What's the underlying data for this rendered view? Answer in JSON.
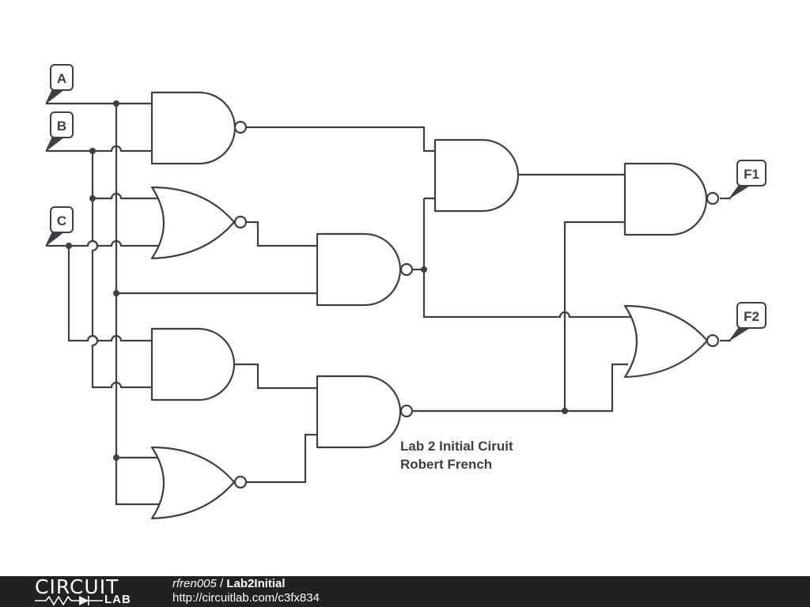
{
  "inputs": {
    "a": "A",
    "b": "B",
    "c": "C"
  },
  "outputs": {
    "f1": "F1",
    "f2": "F2"
  },
  "annotation": {
    "line1": "Lab 2 Initial Ciruit",
    "line2": "Robert French"
  },
  "footer": {
    "logo_top": "CIRCUIT",
    "logo_bottom": "LAB",
    "user": "rfren005",
    "separator": " / ",
    "project": "Lab2Initial",
    "url": "http://circuitlab.com/c3fx834"
  },
  "colors": {
    "ink": "#3b4046",
    "footer_bg": "#222222",
    "footer_text": "#ffffff"
  }
}
